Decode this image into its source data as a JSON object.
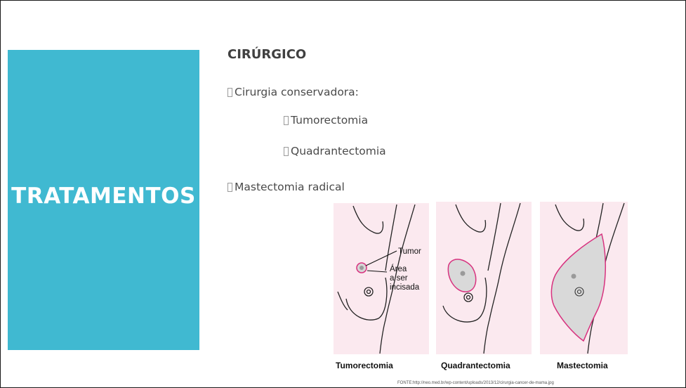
{
  "slide": {
    "panel_title": "TRATAMENTOS",
    "section_title": "CIRÚRGICO",
    "bullets": [
      "Cirurgia conservadora:",
      "Tumorectomia",
      "Quadrantectomia",
      "Mastectomia radical"
    ]
  },
  "figure": {
    "annotations": {
      "tumor": "Tumor",
      "area1": "Área",
      "area2": "a ser",
      "area3": "incisada"
    },
    "captions": [
      "Tumorectomia",
      "Quadrantectomia",
      "Mastectomia"
    ],
    "source": "FONTE:http://neo.med.br/wp-content/uploads/2013/12/cirurgia-cancer-de-mama.jpg"
  },
  "colors": {
    "panel": "#40b9d1",
    "figure_bg": "#fbe9ef",
    "incision": "#d8327f"
  }
}
